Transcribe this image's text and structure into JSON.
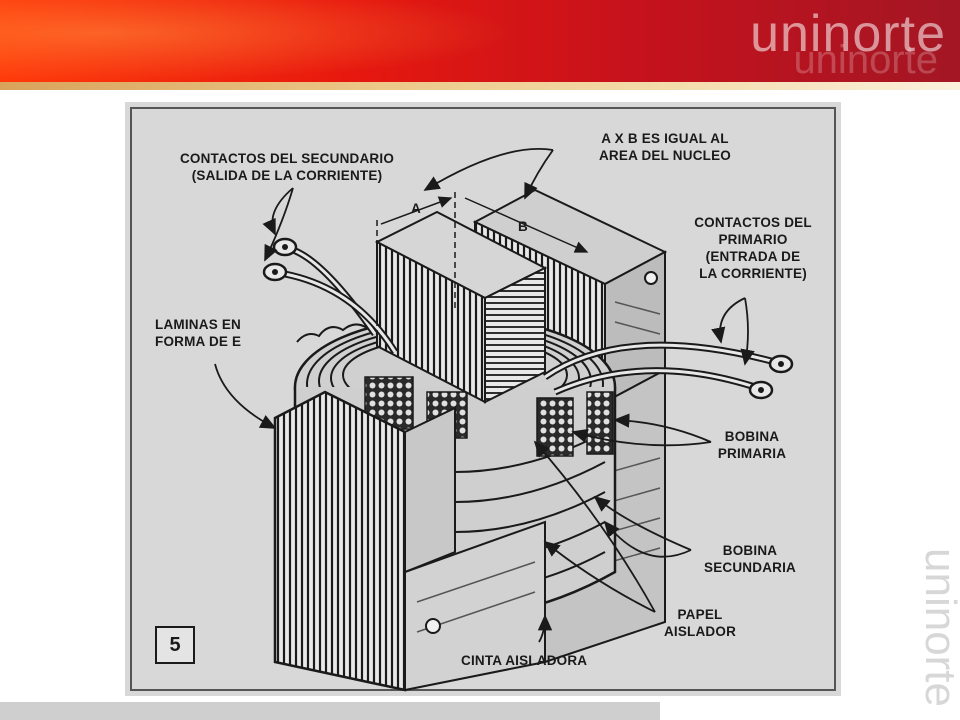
{
  "header": {
    "brand": "uninorte",
    "brand_echo": "uninorte",
    "side_brand": "uninorte"
  },
  "diagram": {
    "figure_number": "5",
    "labels": {
      "secondary_contacts": "CONTACTOS DEL SECUNDARIO\n(SALIDA DE LA CORRIENTE)",
      "core_area": "A X B ES IGUAL AL\nAREA DEL NUCLEO",
      "dim_a": "A",
      "dim_b": "B",
      "primary_contacts": "CONTACTOS DEL\nPRIMARIO\n(ENTRADA DE\nLA CORRIENTE)",
      "e_laminations": "LAMINAS EN\nFORMA DE E",
      "primary_coil": "BOBINA\nPRIMARIA",
      "secondary_coil": "BOBINA\nSECUNDARIA",
      "insulating_paper": "PAPEL\nAISLADOR",
      "insulating_tape": "CINTA AISLADORA"
    }
  },
  "colors": {
    "header_start": "#ff3a0a",
    "header_end": "#a31624",
    "gold_line": "#ecc889",
    "panel_bg": "#d8d8d8",
    "ink": "#1a1a1a"
  }
}
